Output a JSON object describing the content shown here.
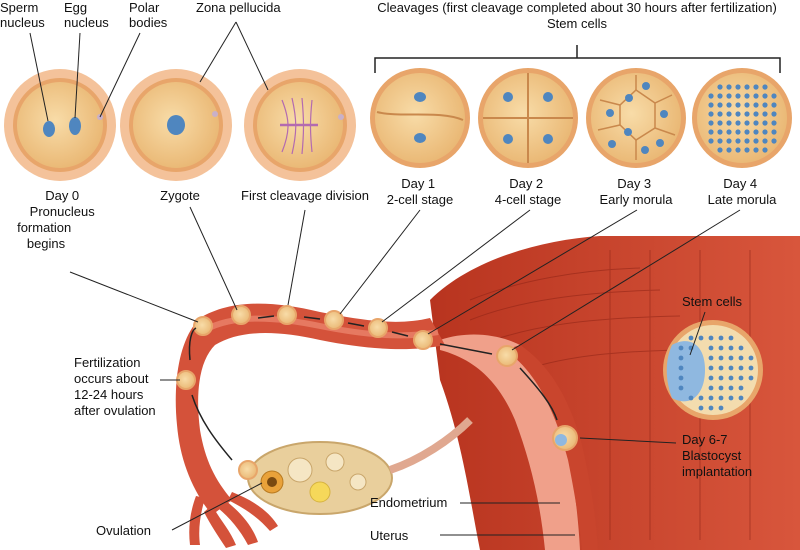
{
  "labels": {
    "sperm_nucleus": [
      "Sperm",
      "nucleus"
    ],
    "egg_nucleus": [
      "Egg",
      "nucleus"
    ],
    "polar_bodies": [
      "Polar",
      "bodies"
    ],
    "zona_pellucida": "Zona pellucida",
    "cleavages_title": "Cleavages (first cleavage completed about 30 hours after fertilization)",
    "stem_cells_top": "Stem cells",
    "day0": [
      "Day 0",
      "Pronucleus",
      "formation",
      "begins"
    ],
    "zygote": "Zygote",
    "first_cleavage": "First cleavage division",
    "day1": [
      "Day 1",
      "2-cell stage"
    ],
    "day2": [
      "Day 2",
      "4-cell stage"
    ],
    "day3": [
      "Day 3",
      "Early morula"
    ],
    "day4": [
      "Day 4",
      "Late morula"
    ],
    "stem_cells_blastocyst": "Stem cells",
    "fertilization": [
      "Fertilization",
      "occurs about",
      "12-24 hours",
      "after ovulation"
    ],
    "implantation": [
      "Day 6-7",
      "Blastocyst",
      "implantation"
    ],
    "endometrium": "Endometrium",
    "uterus": "Uterus",
    "ovulation": "Ovulation"
  },
  "colors": {
    "tissue": "#d4523a",
    "tissue_dark": "#9e2a1c",
    "tissue_light": "#ee8a72",
    "egg_fill": "#f2cf96",
    "egg_ring": "#e8a56a",
    "corona": "#f4c29a",
    "nucleus": "#4f86bf",
    "ovary": "#e9cf9c",
    "leader": "#222222"
  }
}
